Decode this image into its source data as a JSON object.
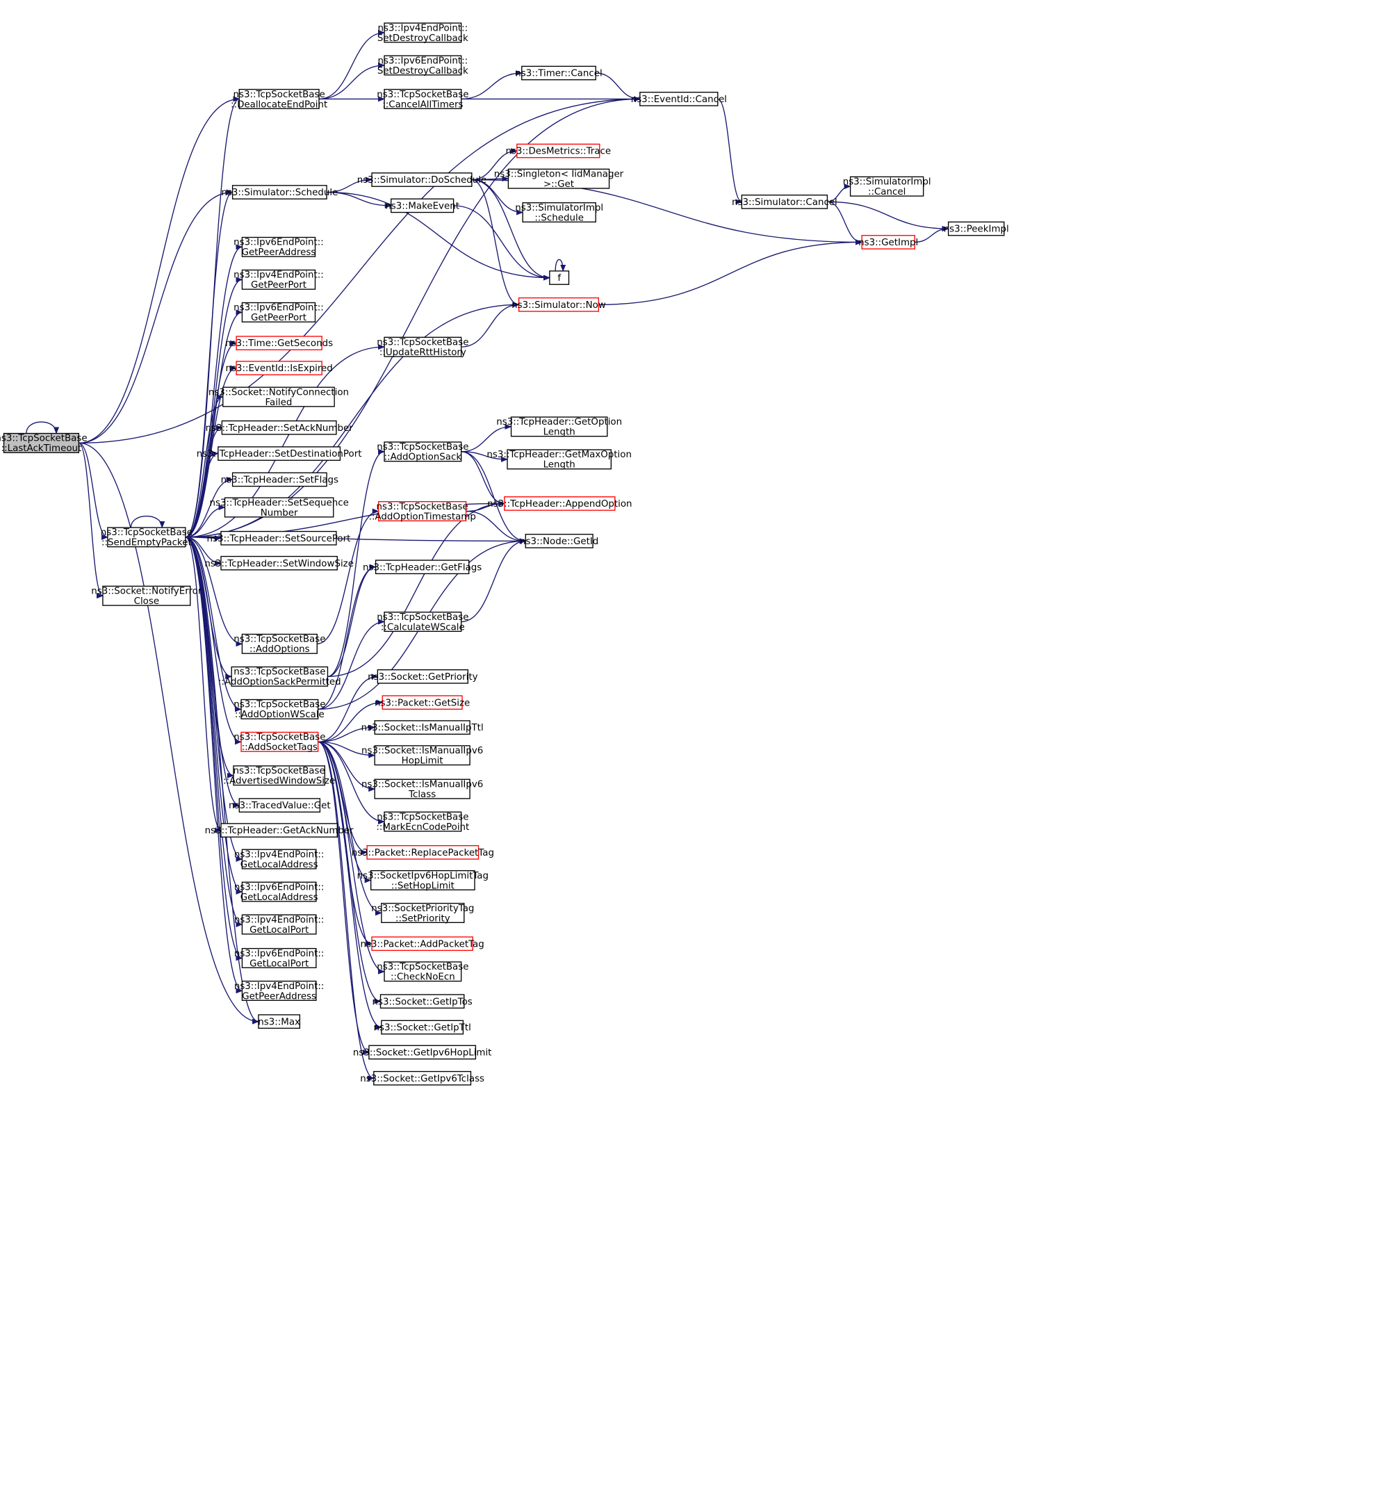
{
  "colors": {
    "edge": "#191970",
    "node_border": "#000000",
    "node_border_truncated": "#ff0000",
    "node_fill": "#ffffff",
    "focus_fill": "#bfbfbf"
  },
  "nodes": [
    {
      "id": "lastack",
      "lines": [
        "ns3::TcpSocketBase",
        "::LastAckTimeout"
      ],
      "focus": true
    },
    {
      "id": "sendempty",
      "lines": [
        "ns3::TcpSocketBase",
        "::SendEmptyPacket"
      ]
    },
    {
      "id": "notifyerr",
      "lines": [
        "ns3::Socket::NotifyError",
        "Close"
      ]
    },
    {
      "id": "dealloc",
      "lines": [
        "ns3::TcpSocketBase",
        "::DeallocateEndPoint"
      ]
    },
    {
      "id": "ipv4destroy",
      "lines": [
        "ns3::Ipv4EndPoint::",
        "SetDestroyCallback"
      ]
    },
    {
      "id": "ipv6destroy",
      "lines": [
        "ns3::Ipv6EndPoint::",
        "SetDestroyCallback"
      ]
    },
    {
      "id": "cancelall",
      "lines": [
        "ns3::TcpSocketBase",
        "::CancelAllTimers"
      ]
    },
    {
      "id": "timercancel",
      "lines": [
        "ns3::Timer::Cancel"
      ]
    },
    {
      "id": "eventcancel",
      "lines": [
        "ns3::EventId::Cancel"
      ]
    },
    {
      "id": "simschedule",
      "lines": [
        "ns3::Simulator::Schedule"
      ]
    },
    {
      "id": "doschedule",
      "lines": [
        "ns3::Simulator::DoSchedule"
      ]
    },
    {
      "id": "desmetrics",
      "lines": [
        "ns3::DesMetrics::Trace"
      ],
      "truncated": true
    },
    {
      "id": "singleton",
      "lines": [
        "ns3::Singleton< IidManager",
        " >::Get"
      ]
    },
    {
      "id": "simimplschedule",
      "lines": [
        "ns3::SimulatorImpl",
        "::Schedule"
      ]
    },
    {
      "id": "makeevent",
      "lines": [
        "ns3::MakeEvent"
      ]
    },
    {
      "id": "f",
      "lines": [
        "f"
      ]
    },
    {
      "id": "simnow",
      "lines": [
        "ns3::Simulator::Now"
      ],
      "truncated": true
    },
    {
      "id": "simcancel",
      "lines": [
        "ns3::Simulator::Cancel"
      ]
    },
    {
      "id": "simimplcancel",
      "lines": [
        "ns3::SimulatorImpl",
        "::Cancel"
      ]
    },
    {
      "id": "getimpl",
      "lines": [
        "ns3::GetImpl"
      ],
      "truncated": true
    },
    {
      "id": "peekimpl",
      "lines": [
        "ns3::PeekImpl"
      ]
    },
    {
      "id": "ipv6peeraddr",
      "lines": [
        "ns3::Ipv6EndPoint::",
        "GetPeerAddress"
      ]
    },
    {
      "id": "ipv4peerport",
      "lines": [
        "ns3::Ipv4EndPoint::",
        "GetPeerPort"
      ]
    },
    {
      "id": "ipv6peerport",
      "lines": [
        "ns3::Ipv6EndPoint::",
        "GetPeerPort"
      ]
    },
    {
      "id": "getseconds",
      "lines": [
        "ns3::Time::GetSeconds"
      ],
      "truncated": true
    },
    {
      "id": "isexpired",
      "lines": [
        "ns3::EventId::IsExpired"
      ],
      "truncated": true
    },
    {
      "id": "notifyconnfailed",
      "lines": [
        "ns3::Socket::NotifyConnection",
        "Failed"
      ]
    },
    {
      "id": "setacknum",
      "lines": [
        "ns3::TcpHeader::SetAckNumber"
      ]
    },
    {
      "id": "setdestport",
      "lines": [
        "ns3::TcpHeader::SetDestinationPort"
      ]
    },
    {
      "id": "setflags",
      "lines": [
        "ns3::TcpHeader::SetFlags"
      ]
    },
    {
      "id": "setseqnum",
      "lines": [
        "ns3::TcpHeader::SetSequence",
        "Number"
      ]
    },
    {
      "id": "setsrcport",
      "lines": [
        "ns3::TcpHeader::SetSourcePort"
      ]
    },
    {
      "id": "setwinsize",
      "lines": [
        "ns3::TcpHeader::SetWindowSize"
      ]
    },
    {
      "id": "updatertt",
      "lines": [
        "ns3::TcpSocketBase",
        "::UpdateRttHistory"
      ]
    },
    {
      "id": "addoptionsack",
      "lines": [
        "ns3::TcpSocketBase",
        "::AddOptionSack"
      ]
    },
    {
      "id": "getoptionlen",
      "lines": [
        "ns3::TcpHeader::GetOption",
        "Length"
      ]
    },
    {
      "id": "getmaxoptionlen",
      "lines": [
        "ns3::TcpHeader::GetMaxOption",
        "Length"
      ]
    },
    {
      "id": "appendoption",
      "lines": [
        "ns3::TcpHeader::AppendOption"
      ],
      "truncated": true
    },
    {
      "id": "addoptionts",
      "lines": [
        "ns3::TcpSocketBase",
        "::AddOptionTimestamp"
      ],
      "truncated": true
    },
    {
      "id": "nodegetid",
      "lines": [
        "ns3::Node::GetId"
      ]
    },
    {
      "id": "getflags",
      "lines": [
        "ns3::TcpHeader::GetFlags"
      ]
    },
    {
      "id": "calcwscale",
      "lines": [
        "ns3::TcpSocketBase",
        "::CalculateWScale"
      ]
    },
    {
      "id": "addoptions",
      "lines": [
        "ns3::TcpSocketBase",
        "::AddOptions"
      ]
    },
    {
      "id": "addoptionsackperm",
      "lines": [
        "ns3::TcpSocketBase",
        "::AddOptionSackPermitted"
      ]
    },
    {
      "id": "addoptionwscale",
      "lines": [
        "ns3::TcpSocketBase",
        "::AddOptionWScale"
      ]
    },
    {
      "id": "addsockettags",
      "lines": [
        "ns3::TcpSocketBase",
        "::AddSocketTags"
      ],
      "truncated": true
    },
    {
      "id": "advwinsize",
      "lines": [
        "ns3::TcpSocketBase",
        "::AdvertisedWindowSize"
      ]
    },
    {
      "id": "tracedget",
      "lines": [
        "ns3::TracedValue::Get"
      ]
    },
    {
      "id": "getacknum",
      "lines": [
        "ns3::TcpHeader::GetAckNumber"
      ]
    },
    {
      "id": "ipv4localaddr",
      "lines": [
        "ns3::Ipv4EndPoint::",
        "GetLocalAddress"
      ]
    },
    {
      "id": "ipv6localaddr",
      "lines": [
        "ns3::Ipv6EndPoint::",
        "GetLocalAddress"
      ]
    },
    {
      "id": "ipv4localport",
      "lines": [
        "ns3::Ipv4EndPoint::",
        "GetLocalPort"
      ]
    },
    {
      "id": "ipv6localport",
      "lines": [
        "ns3::Ipv6EndPoint::",
        "GetLocalPort"
      ]
    },
    {
      "id": "ipv4peeraddr",
      "lines": [
        "ns3::Ipv4EndPoint::",
        "GetPeerAddress"
      ]
    },
    {
      "id": "max",
      "lines": [
        "ns3::Max"
      ]
    },
    {
      "id": "getpriority",
      "lines": [
        "ns3::Socket::GetPriority"
      ]
    },
    {
      "id": "getsize",
      "lines": [
        "ns3::Packet::GetSize"
      ],
      "truncated": true
    },
    {
      "id": "ismanualipttl",
      "lines": [
        "ns3::Socket::IsManualIpTtl"
      ]
    },
    {
      "id": "ismanualipv6hop",
      "lines": [
        "ns3::Socket::IsManualIpv6",
        "HopLimit"
      ]
    },
    {
      "id": "ismanualipv6tclass",
      "lines": [
        "ns3::Socket::IsManualIpv6",
        "Tclass"
      ]
    },
    {
      "id": "markecn",
      "lines": [
        "ns3::TcpSocketBase",
        "::MarkEcnCodePoint"
      ]
    },
    {
      "id": "replacetag",
      "lines": [
        "ns3::Packet::ReplacePacketTag"
      ],
      "truncated": true
    },
    {
      "id": "sethoplimit",
      "lines": [
        "ns3::SocketIpv6HopLimitTag",
        "::SetHopLimit"
      ]
    },
    {
      "id": "setpriority",
      "lines": [
        "ns3::SocketPriorityTag",
        "::SetPriority"
      ]
    },
    {
      "id": "addpackettag",
      "lines": [
        "ns3::Packet::AddPacketTag"
      ],
      "truncated": true
    },
    {
      "id": "checknoecn",
      "lines": [
        "ns3::TcpSocketBase",
        "::CheckNoEcn"
      ]
    },
    {
      "id": "getiptos",
      "lines": [
        "ns3::Socket::GetIpTos"
      ]
    },
    {
      "id": "getipttl",
      "lines": [
        "ns3::Socket::GetIpTtl"
      ]
    },
    {
      "id": "getipv6hop",
      "lines": [
        "ns3::Socket::GetIpv6HopLimit"
      ]
    },
    {
      "id": "getipv6tclass",
      "lines": [
        "ns3::Socket::GetIpv6Tclass"
      ]
    }
  ],
  "edges": [
    [
      "lastack",
      "lastack"
    ],
    [
      "lastack",
      "dealloc"
    ],
    [
      "lastack",
      "eventcancel"
    ],
    [
      "lastack",
      "simschedule"
    ],
    [
      "lastack",
      "sendempty"
    ],
    [
      "lastack",
      "notifyerr"
    ],
    [
      "lastack",
      "max"
    ],
    [
      "dealloc",
      "ipv4destroy"
    ],
    [
      "dealloc",
      "ipv6destroy"
    ],
    [
      "dealloc",
      "cancelall"
    ],
    [
      "cancelall",
      "timercancel"
    ],
    [
      "cancelall",
      "eventcancel"
    ],
    [
      "timercancel",
      "eventcancel"
    ],
    [
      "eventcancel",
      "simcancel"
    ],
    [
      "simcancel",
      "simimplcancel"
    ],
    [
      "simcancel",
      "getimpl"
    ],
    [
      "simcancel",
      "peekimpl"
    ],
    [
      "getimpl",
      "peekimpl"
    ],
    [
      "simschedule",
      "doschedule"
    ],
    [
      "simschedule",
      "makeevent"
    ],
    [
      "simschedule",
      "f"
    ],
    [
      "doschedule",
      "desmetrics"
    ],
    [
      "doschedule",
      "singleton"
    ],
    [
      "doschedule",
      "simimplschedule"
    ],
    [
      "doschedule",
      "getimpl"
    ],
    [
      "doschedule",
      "simnow"
    ],
    [
      "doschedule",
      "f"
    ],
    [
      "makeevent",
      "f"
    ],
    [
      "f",
      "f"
    ],
    [
      "simnow",
      "getimpl"
    ],
    [
      "sendempty",
      "sendempty"
    ],
    [
      "sendempty",
      "dealloc"
    ],
    [
      "sendempty",
      "eventcancel"
    ],
    [
      "sendempty",
      "simschedule"
    ],
    [
      "sendempty",
      "simnow"
    ],
    [
      "sendempty",
      "ipv6peeraddr"
    ],
    [
      "sendempty",
      "ipv4peerport"
    ],
    [
      "sendempty",
      "ipv6peerport"
    ],
    [
      "sendempty",
      "getseconds"
    ],
    [
      "sendempty",
      "isexpired"
    ],
    [
      "sendempty",
      "notifyconnfailed"
    ],
    [
      "sendempty",
      "setacknum"
    ],
    [
      "sendempty",
      "setdestport"
    ],
    [
      "sendempty",
      "setflags"
    ],
    [
      "sendempty",
      "setseqnum"
    ],
    [
      "sendempty",
      "setsrcport"
    ],
    [
      "sendempty",
      "setwinsize"
    ],
    [
      "sendempty",
      "appendoption"
    ],
    [
      "sendempty",
      "nodegetid"
    ],
    [
      "sendempty",
      "updatertt"
    ],
    [
      "sendempty",
      "addoptions"
    ],
    [
      "sendempty",
      "addoptionsackperm"
    ],
    [
      "sendempty",
      "addoptionwscale"
    ],
    [
      "sendempty",
      "addsockettags"
    ],
    [
      "sendempty",
      "advwinsize"
    ],
    [
      "sendempty",
      "tracedget"
    ],
    [
      "sendempty",
      "getacknum"
    ],
    [
      "sendempty",
      "ipv4localaddr"
    ],
    [
      "sendempty",
      "ipv6localaddr"
    ],
    [
      "sendempty",
      "ipv4localport"
    ],
    [
      "sendempty",
      "ipv6localport"
    ],
    [
      "sendempty",
      "ipv4peeraddr"
    ],
    [
      "sendempty",
      "max"
    ],
    [
      "updatertt",
      "simnow"
    ],
    [
      "addoptionsack",
      "getoptionlen"
    ],
    [
      "addoptionsack",
      "getmaxoptionlen"
    ],
    [
      "addoptionsack",
      "appendoption"
    ],
    [
      "addoptionsack",
      "nodegetid"
    ],
    [
      "addoptionts",
      "appendoption"
    ],
    [
      "addoptionts",
      "nodegetid"
    ],
    [
      "calcwscale",
      "nodegetid"
    ],
    [
      "addoptions",
      "addoptionts"
    ],
    [
      "addoptionsackperm",
      "getflags"
    ],
    [
      "addoptionsackperm",
      "appendoption"
    ],
    [
      "addoptionsackperm",
      "addoptionsack"
    ],
    [
      "addoptionwscale",
      "getflags"
    ],
    [
      "addoptionwscale",
      "calcwscale"
    ],
    [
      "addoptionwscale",
      "nodegetid"
    ],
    [
      "addsockettags",
      "getpriority"
    ],
    [
      "addsockettags",
      "getsize"
    ],
    [
      "addsockettags",
      "ismanualipttl"
    ],
    [
      "addsockettags",
      "ismanualipv6hop"
    ],
    [
      "addsockettags",
      "ismanualipv6tclass"
    ],
    [
      "addsockettags",
      "markecn"
    ],
    [
      "addsockettags",
      "replacetag"
    ],
    [
      "addsockettags",
      "sethoplimit"
    ],
    [
      "addsockettags",
      "setpriority"
    ],
    [
      "addsockettags",
      "addpackettag"
    ],
    [
      "addsockettags",
      "checknoecn"
    ],
    [
      "addsockettags",
      "getiptos"
    ],
    [
      "addsockettags",
      "getipttl"
    ],
    [
      "addsockettags",
      "getipv6hop"
    ],
    [
      "addsockettags",
      "getipv6tclass"
    ]
  ]
}
